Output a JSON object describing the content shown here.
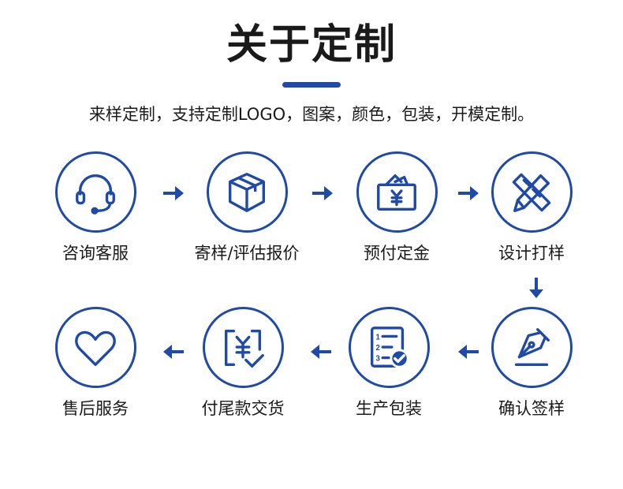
{
  "header": {
    "title": "关于定制",
    "subtitle": "来样定制，支持定制LOGO，图案，颜色，包装，开模定制。"
  },
  "steps": [
    {
      "label": "咨询客服",
      "icon": "headset-icon"
    },
    {
      "label": "寄样/评估报价",
      "icon": "package-box-icon"
    },
    {
      "label": "预付定金",
      "icon": "yuan-envelope-icon"
    },
    {
      "label": "设计打样",
      "icon": "ruler-pencil-icon"
    },
    {
      "label": "确认签样",
      "icon": "pen-nib-icon"
    },
    {
      "label": "生产包装",
      "icon": "checklist-icon"
    },
    {
      "label": "付尾款交货",
      "icon": "yuan-payment-icon"
    },
    {
      "label": "售后服务",
      "icon": "heart-icon"
    }
  ],
  "colors": {
    "accent": "#1f4aa8"
  }
}
